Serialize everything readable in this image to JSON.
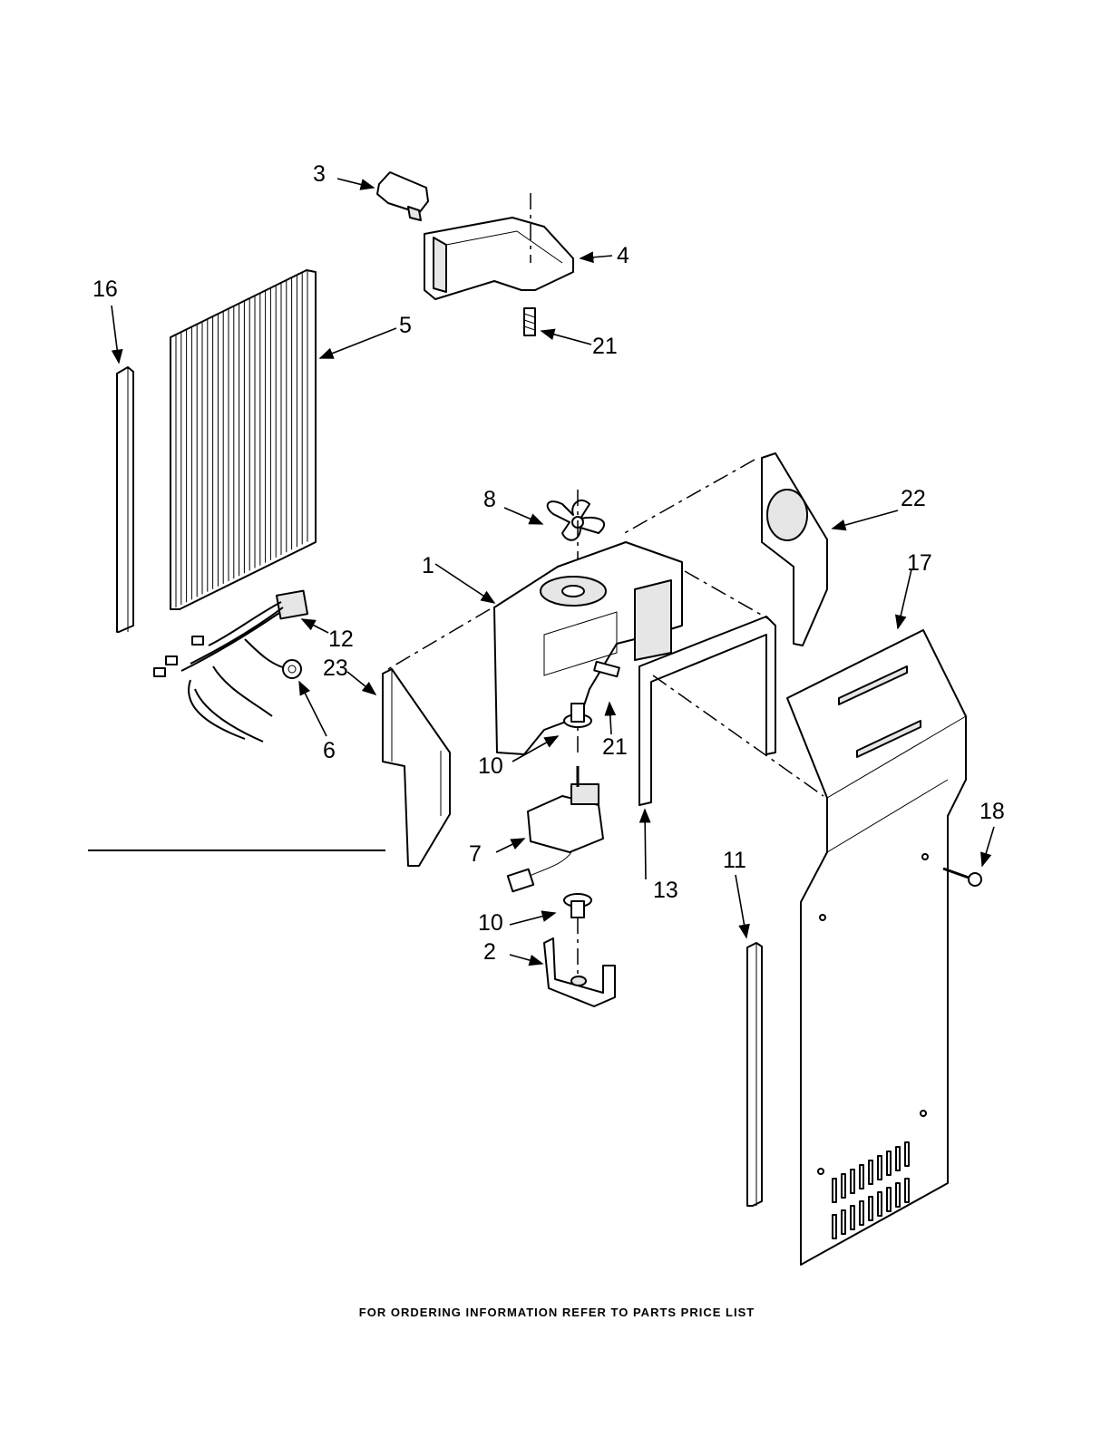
{
  "callouts": [
    "3",
    "4",
    "21",
    "16",
    "5",
    "8",
    "22",
    "1",
    "17",
    "12",
    "21",
    "23",
    "6",
    "10",
    "21",
    "10",
    "7",
    "13",
    "18",
    "11",
    "10",
    "2"
  ],
  "footer": "FOR ORDERING INFORMATION REFER TO PARTS PRICE LIST"
}
